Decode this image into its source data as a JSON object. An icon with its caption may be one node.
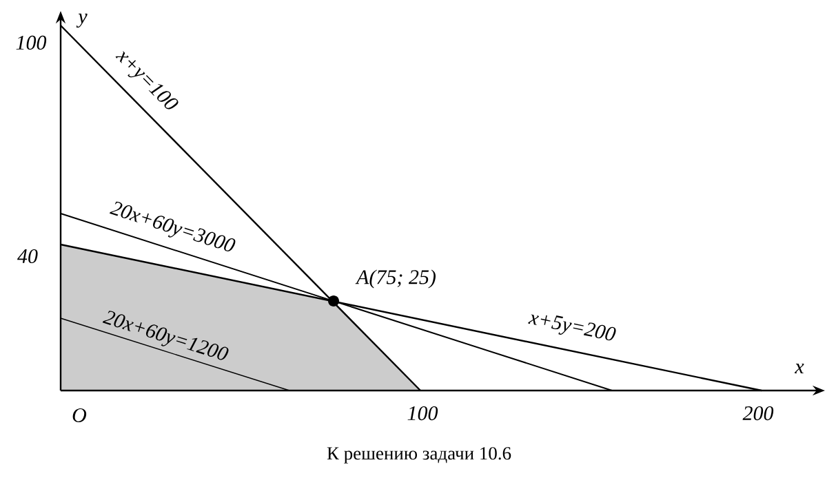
{
  "diagram": {
    "caption": "К решению задачи 10.6",
    "labels": [
      "y",
      "100",
      "x+y=100",
      "20x+60y=3000",
      "40",
      "A(75; 25)",
      "x+5y=200",
      "20x+60y=1200",
      "x",
      "O",
      "100",
      "200"
    ]
  }
}
